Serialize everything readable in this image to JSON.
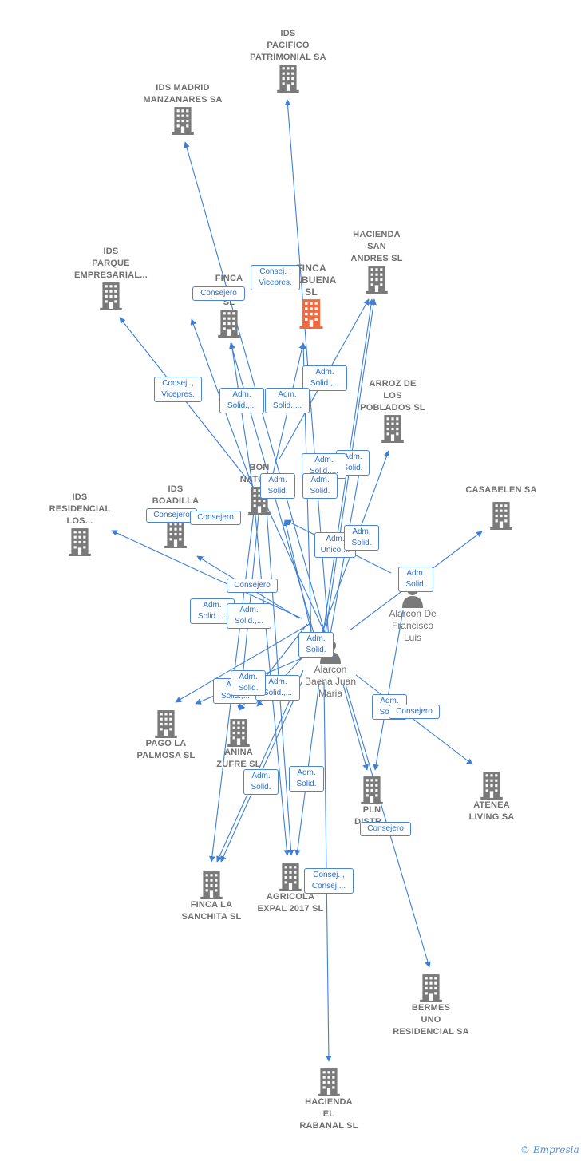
{
  "nodes": {
    "ids_pacifico": {
      "label": "IDS\nPACIFICO\nPATRIMONIAL SA"
    },
    "ids_madrid": {
      "label": "IDS MADRID\nMANZANARES SA"
    },
    "ids_parque": {
      "label": "IDS\nPARQUE\nEMPRESARIAL..."
    },
    "finca_center": {
      "label": "FINCA\n...ABUENA\nSL"
    },
    "finca_2": {
      "label": "FINCA\n...\nSL"
    },
    "hacienda_san_andres": {
      "label": "HACIENDA\nSAN\nANDRES SL"
    },
    "arroz_poblados": {
      "label": "ARROZ DE\nLOS\nPOBLADOS SL"
    },
    "bon_natur": {
      "label": "BON\nNATUR..."
    },
    "ids_boadilla": {
      "label": "IDS\nBOADILLA\n..."
    },
    "ids_residencial": {
      "label": "IDS\nRESIDENCIAL\nLOS..."
    },
    "casabelen": {
      "label": "CASABELEN SA"
    },
    "pago_palmosa": {
      "label": "PAGO LA\nPALMOSA SL"
    },
    "anina_zufre": {
      "label": "ANINA\nZUFRE SL"
    },
    "pln_distr": {
      "label": "PLN\nDISTR..."
    },
    "atenea": {
      "label": "ATENEA\nLIVING SA"
    },
    "finca_sanchita": {
      "label": "FINCA LA\nSANCHITA SL"
    },
    "agricola_expal": {
      "label": "AGRICOLA\nEXPAL 2017 SL"
    },
    "bermes": {
      "label": "BERMES\nUNO\nRESIDENCIAL SA"
    },
    "hacienda_rabanal": {
      "label": "HACIENDA\nEL\nRABANAL SL"
    }
  },
  "persons": {
    "alarcon_baena": {
      "label": "Alarcon\nBaena Juan\nMaria"
    },
    "alarcon_francisco": {
      "label": "Alarcon De\nFrancisco\nLuis"
    }
  },
  "edge_labels": [
    {
      "id": "e1",
      "text": "Consej. ,\nVicepres."
    },
    {
      "id": "e2",
      "text": "Consejero"
    },
    {
      "id": "e3",
      "text": "Adm.\nSolid.,..."
    },
    {
      "id": "e4",
      "text": "Consej. ,\nVicepres."
    },
    {
      "id": "e5",
      "text": "Adm.\nSolid.,..."
    },
    {
      "id": "e6",
      "text": "Adm.\nSolid.,..."
    },
    {
      "id": "e7",
      "text": "Adm.\nSolid."
    },
    {
      "id": "e8",
      "text": "Adm.\nSolid.,..."
    },
    {
      "id": "e9",
      "text": "Adm.\nSolid."
    },
    {
      "id": "e10",
      "text": "Adm.\nSolid."
    },
    {
      "id": "e11",
      "text": "Consejero"
    },
    {
      "id": "e12",
      "text": "Consejero"
    },
    {
      "id": "e13",
      "text": "Adm.\nUnico,..."
    },
    {
      "id": "e14",
      "text": "Adm.\nSolid."
    },
    {
      "id": "e15",
      "text": "Adm.\nSolid."
    },
    {
      "id": "e16",
      "text": "Consejero"
    },
    {
      "id": "e17",
      "text": "Adm.\nSolid.,..."
    },
    {
      "id": "e18",
      "text": "Adm.\nSolid.,..."
    },
    {
      "id": "e19",
      "text": "Adm.\nSolid."
    },
    {
      "id": "e20",
      "text": "Adm.\nSolid.,..."
    },
    {
      "id": "e21",
      "text": "Adm.\nSolid.,..."
    },
    {
      "id": "e22",
      "text": "Adm.\nSolid."
    },
    {
      "id": "e23",
      "text": "Adm.\nSolid."
    },
    {
      "id": "e24",
      "text": "Adm.\nSolid."
    },
    {
      "id": "e25",
      "text": "Adm.\nSolid."
    },
    {
      "id": "e26",
      "text": "Consejero"
    },
    {
      "id": "e27",
      "text": "Consejero"
    },
    {
      "id": "e28",
      "text": "Consej. ,\nConsej...."
    }
  ],
  "colors": {
    "edge": "#3d7fd6",
    "node_icon": "#7a7a7a",
    "focus_icon": "#f26a3d",
    "label": "#6f6f6f"
  },
  "footer": {
    "copyright": "©",
    "brand": "Empresia"
  }
}
